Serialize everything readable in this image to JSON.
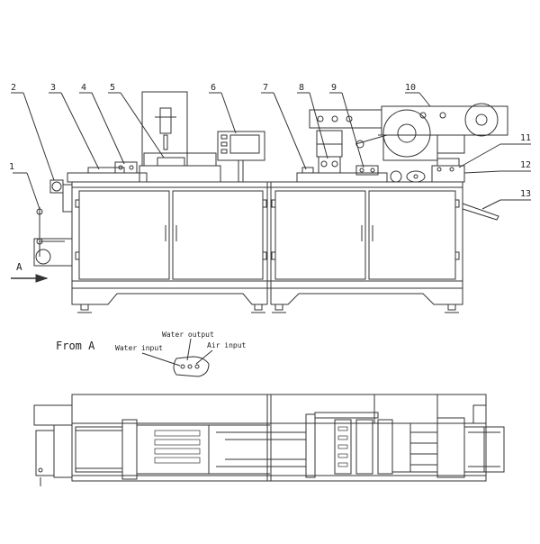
{
  "callouts": [
    {
      "id": "1",
      "label": "1"
    },
    {
      "id": "2",
      "label": "2"
    },
    {
      "id": "3",
      "label": "3"
    },
    {
      "id": "4",
      "label": "4"
    },
    {
      "id": "5",
      "label": "5"
    },
    {
      "id": "6",
      "label": "6"
    },
    {
      "id": "7",
      "label": "7"
    },
    {
      "id": "8",
      "label": "8"
    },
    {
      "id": "9",
      "label": "9"
    },
    {
      "id": "10",
      "label": "10"
    },
    {
      "id": "11",
      "label": "11"
    },
    {
      "id": "12",
      "label": "12"
    },
    {
      "id": "13",
      "label": "13"
    }
  ],
  "view_arrow_label": "A",
  "inset": {
    "title": "From A",
    "water_output": "Water output",
    "water_input": "Water input",
    "air_input": "Air input"
  },
  "colors": {
    "line": "#333333",
    "background": "#ffffff"
  }
}
